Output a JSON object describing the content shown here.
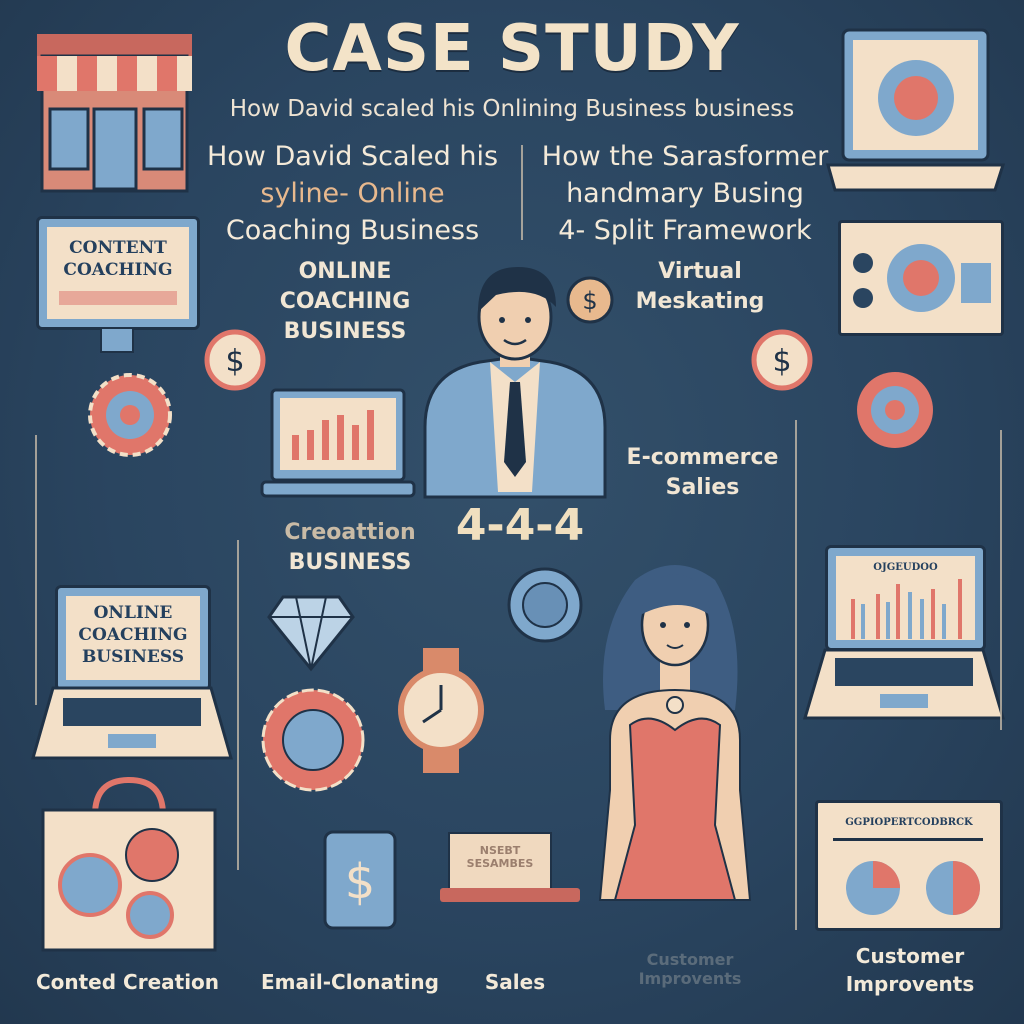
{
  "header": {
    "title": "CASE STUDY",
    "subtitle": "How David scaled his Onlining Business business"
  },
  "columns": {
    "left": [
      "How David Scaled his",
      "syline- Online",
      "Coaching Business"
    ],
    "right": [
      "How the Sarasformer",
      "handmary Busing",
      "4- Split Framework"
    ]
  },
  "labels": {
    "online_coaching": [
      "ONLINE",
      "COACHING",
      "BUSINESS"
    ],
    "virtual": [
      "Virtual",
      "Meskating"
    ],
    "ecommerce": [
      "E-commerce",
      "Salies"
    ],
    "creation": [
      "Creoattion",
      "BUSINESS"
    ],
    "framework_number": "4-4-4"
  },
  "screens": {
    "content_coaching": [
      "CONTENT",
      "COACHING"
    ],
    "online_coaching": [
      "ONLINE",
      "COACHING",
      "BUSINESS"
    ],
    "chart_laptop_title": "OJGEUDOO",
    "report_title": "GGPIOPERTCODBRCK",
    "sign_text": [
      "NSEBT",
      "SESAMBES"
    ]
  },
  "bottom_labels": {
    "content_creation": "Conted Creation",
    "email": "Email-Clonating",
    "sales": "Sales",
    "faded": [
      "Customer",
      "Improvents"
    ],
    "customer": [
      "Customer",
      "Improvents"
    ]
  },
  "colors": {
    "background": "#2a4560",
    "cream": "#f3e3c8",
    "coral": "#e0766a",
    "blue": "#7fa8cc",
    "navy": "#1f3247"
  }
}
